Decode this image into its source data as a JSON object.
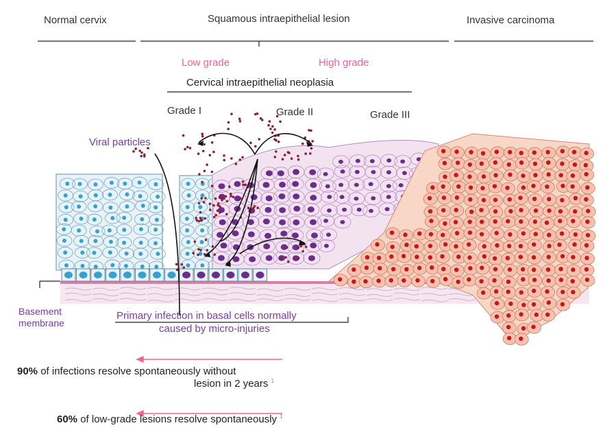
{
  "headers": {
    "normal": "Normal cervix",
    "sil": "Squamous intraepithelial lesion",
    "invasive": "Invasive carcinoma"
  },
  "grades": {
    "low": "Low grade",
    "high": "High  grade",
    "cin": "Cervical intraepithelial neoplasia",
    "g1": "Grade I",
    "g2": "Grade II",
    "g3": "Grade III"
  },
  "labels": {
    "viral": "Viral particles",
    "basement_line1": "Basement",
    "basement_line2": "membrane",
    "primary_line1": "Primary infection in basal cells normally",
    "primary_line2": "caused by micro-injuries"
  },
  "stats": {
    "s1_pct": "90%",
    "s1_text_a": " of infections resolve spontaneously without",
    "s1_text_b": "lesion in 2 years",
    "s1_ref": "1",
    "s2_pct": "60%",
    "s2_text": " of low-grade lesions resolve spontaneously",
    "s2_ref": "1"
  },
  "colors": {
    "pink": "#f06292",
    "purple": "#7b3aa5",
    "normal_cell": "#e6f3f8",
    "normal_nucleus": "#3a9fd0",
    "dysplastic_cell": "#f3e3f1",
    "dysplastic_nucleus": "#6a2d8c",
    "cancer_cell": "#f6c2ad",
    "cancer_nucleus": "#c0181d",
    "virus": "#8b1f3a",
    "membrane": "#e8a7c6"
  }
}
